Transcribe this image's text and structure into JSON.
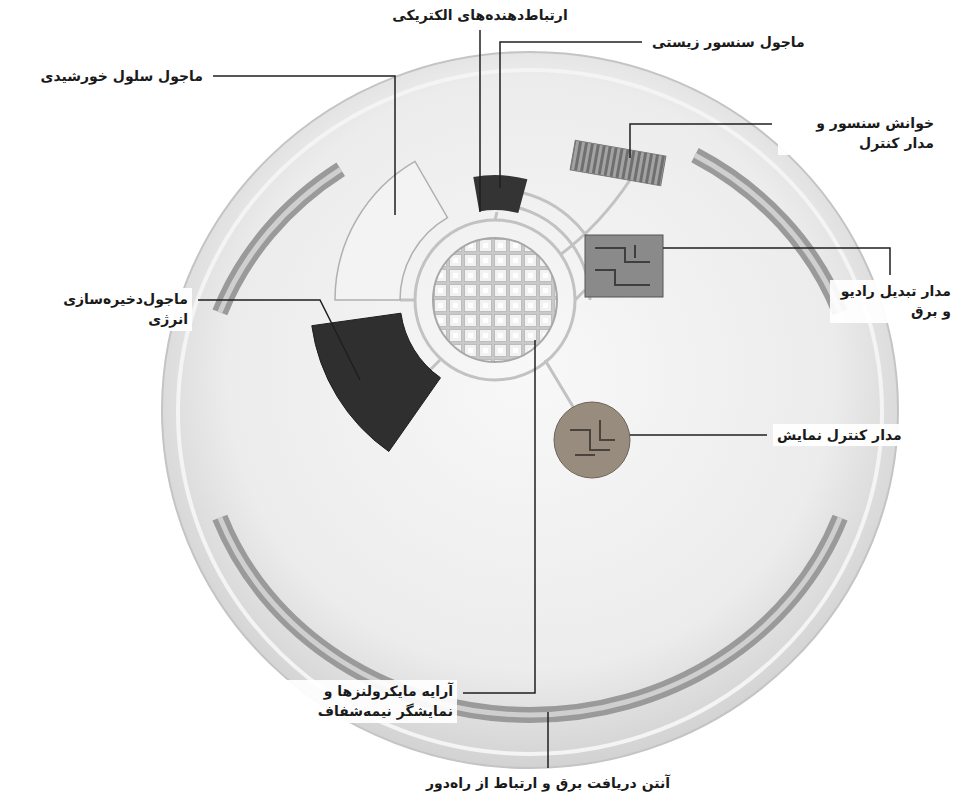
{
  "diagram": {
    "labels": [
      "ارتباط‌دهنده‌های الکتریکی",
      "ماجول سنسور زیستی",
      "ماجول سلول خورشیدی",
      "خوانش سنسور و مدار کنترل",
      "ماجول‌دخیره‌سازی انرژی",
      "مدار تبدیل رادیو و برق",
      "مدار کنترل نمایش",
      "آرایه مایکرولنزها و نمایشگر نیمه‌شفاف",
      "آنتن دریافت برق و ارتباط از راه‌دور"
    ]
  }
}
